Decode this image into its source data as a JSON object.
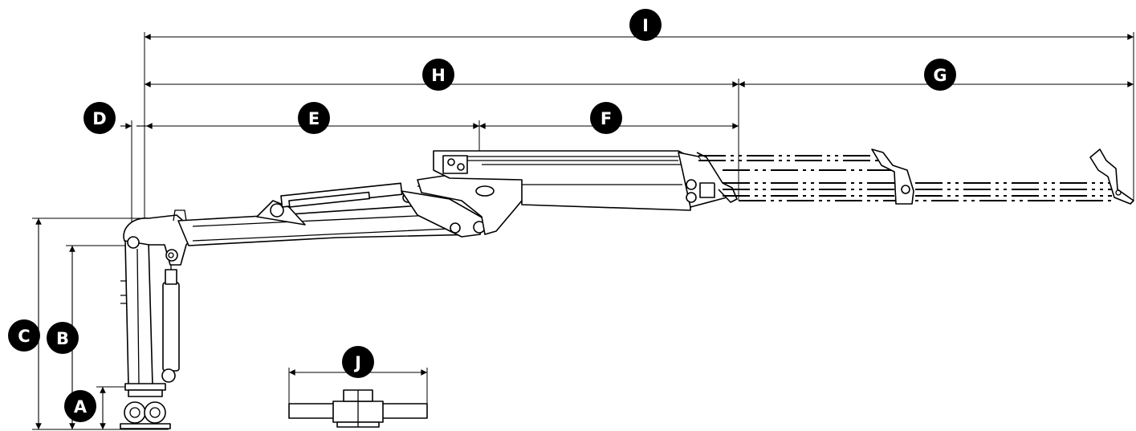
{
  "dimension_labels": {
    "A": "A",
    "B": "B",
    "C": "C",
    "D": "D",
    "E": "E",
    "F": "F",
    "G": "G",
    "H": "H",
    "I": "I",
    "J": "J"
  }
}
